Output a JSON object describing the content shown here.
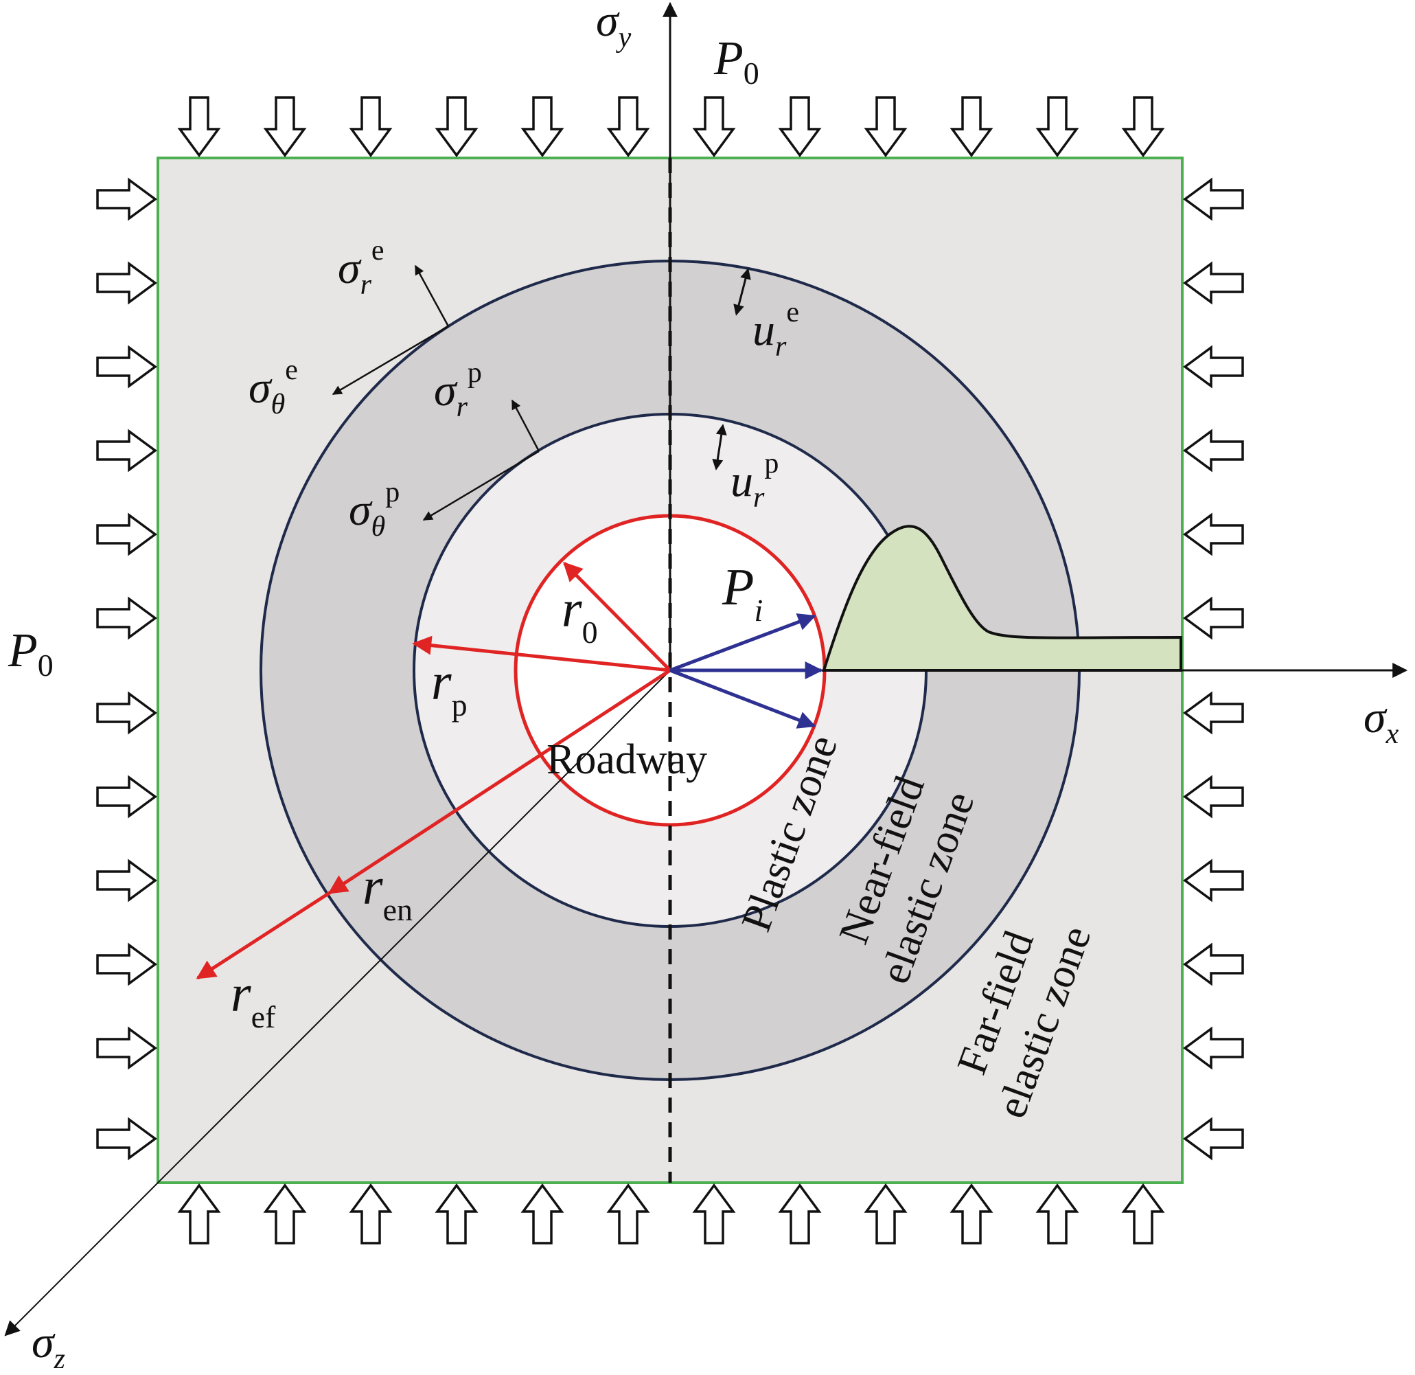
{
  "labels": {
    "P0_top": {
      "sym": "P",
      "sub": "0"
    },
    "P0_left": {
      "sym": "P",
      "sub": "0"
    },
    "sigma_y": {
      "sym": "σ",
      "sub": "y"
    },
    "sigma_x": {
      "sym": "σ",
      "sub": "x"
    },
    "sigma_z": {
      "sym": "σ",
      "sub": "z"
    },
    "sigma_r_e": {
      "sym": "σ",
      "sub": "r",
      "sup": "e"
    },
    "sigma_theta_e": {
      "sym": "σ",
      "sub": "θ",
      "sup": "e"
    },
    "sigma_r_p": {
      "sym": "σ",
      "sub": "r",
      "sup": "p"
    },
    "sigma_theta_p": {
      "sym": "σ",
      "sub": "θ",
      "sup": "p"
    },
    "u_r_e": {
      "sym": "u",
      "sub": "r",
      "sup": "e"
    },
    "u_r_p": {
      "sym": "u",
      "sub": "r",
      "sup": "p"
    },
    "Pi": {
      "sym": "P",
      "sub": "i"
    },
    "r0": {
      "sym": "r",
      "sub": "0"
    },
    "rp": {
      "sym": "r",
      "sub": "p"
    },
    "ren": {
      "sym": "r",
      "sub": "en"
    },
    "ref": {
      "sym": "r",
      "sub": "ef"
    }
  },
  "zones": {
    "roadway": "Roadway",
    "plastic": "Plastic zone",
    "near_field_line1": "Near-field",
    "near_field_line2": "elastic zone",
    "far_field_line1": "Far-field",
    "far_field_line2": "elastic zone"
  },
  "colors": {
    "outer_region": "#e8e6e5",
    "near_field_ring": "#d2d0d0",
    "plastic_zone": "#efeded",
    "roadway": "#ffffff",
    "boundary_green": "#4caf50",
    "circle_red": "#e02424",
    "ring_outline": "#1f2a4a",
    "stress_arrow_blue": "#2e3192",
    "stress_curve_fill": "#d5e2c0"
  }
}
